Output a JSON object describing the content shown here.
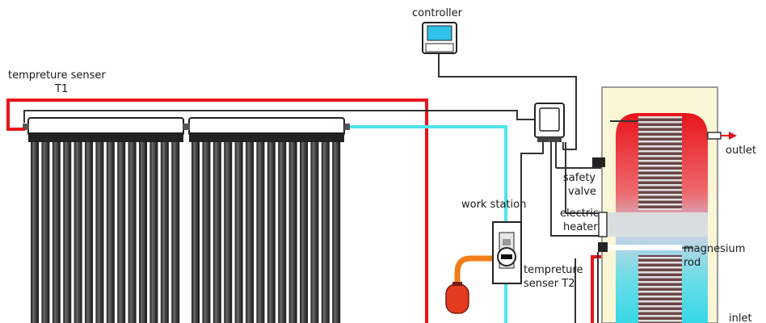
{
  "labels": {
    "sensor_t1_line1": "tempreture senser",
    "sensor_t1_line2": "T1",
    "controller": "controller",
    "work_station": "work station",
    "safety_valve_line1": "safety",
    "safety_valve_line2": "valve",
    "electric_heater_line1": "electric",
    "electric_heater_line2": "heater",
    "outlet": "outlet",
    "magnesium_rod_line1": "magnesium",
    "magnesium_rod_line2": "rod",
    "sensor_t2_line1": "tempreture",
    "sensor_t2_line2": "senser T2",
    "inlet": "inlet"
  },
  "colors": {
    "hot_pipe": "#e8141c",
    "cold_pipe": "#4fe3ea",
    "tank_casing": "#fbf7d6",
    "heater": "#d9dedf",
    "expansion_vessel": "#e23b1f",
    "orange_pipe": "#f07d1a",
    "screen": "#2fc3ea",
    "coil": "#6b4646"
  },
  "icons": {
    "controller": "controller-icon",
    "work_station": "pump-station-icon",
    "expansion_vessel": "expansion-tank-icon",
    "junction_box": "sensor-box-icon"
  }
}
